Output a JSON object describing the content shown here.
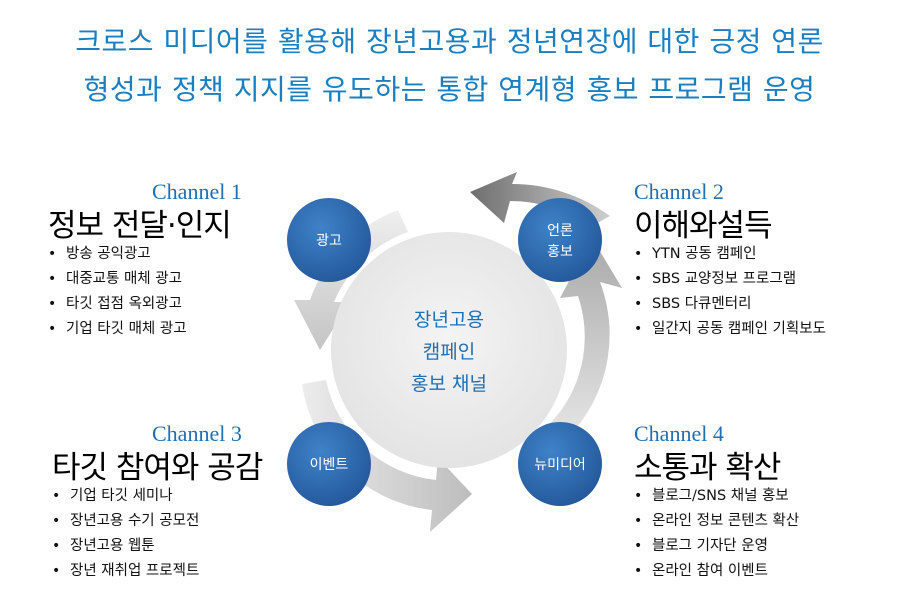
{
  "title": {
    "line1": "크로스 미디어를 활용해 장년고용과 정년연장에 대한 긍정 연론",
    "line2": "형성과 정책 지지를 유도하는 통합 연계형 홍보 프로그램 운영"
  },
  "channels": [
    {
      "label": "Channel 1",
      "heading": "정보 전달·인지",
      "items": [
        "방송 공익광고",
        "대중교통 매체 광고",
        "타깃 접점 옥외광고",
        "기업 타깃 매체 광고"
      ]
    },
    {
      "label": "Channel 2",
      "heading": "이해와설득",
      "items": [
        "YTN 공동 캠페인",
        "SBS 교양정보 프로그램",
        "SBS 다큐멘터리",
        "일간지 공동 캠페인 기획보도"
      ]
    },
    {
      "label": "Channel 3",
      "heading": "타깃 참여와 공감",
      "items": [
        "기업 타깃 세미나",
        "장년고용 수기 공모전",
        "장년고용 웹툰",
        "장년 재취업 프로젝트"
      ]
    },
    {
      "label": "Channel 4",
      "heading": "소통과 확산",
      "items": [
        "블로그/SNS 채널 홍보",
        "온라인 정보 콘텐츠 확산",
        "블로그 기자단 운영",
        "온라인 참여 이벤트"
      ]
    }
  ],
  "cycle": {
    "center": [
      "장년고용",
      "캠페인",
      "홍보 채널"
    ],
    "nodes": [
      {
        "lines": [
          "광고"
        ]
      },
      {
        "lines": [
          "언론",
          "홍보"
        ]
      },
      {
        "lines": [
          "이벤트"
        ]
      },
      {
        "lines": [
          "뉴미디어"
        ]
      }
    ]
  },
  "colors": {
    "title": "#1a7fc1",
    "channel_label": "#1f6fb5",
    "bubble_fill": "#2e6db4",
    "center_fill": "#ececec",
    "arrow_light": "#d2d2d2",
    "arrow_dark": "#7a7a7a"
  }
}
